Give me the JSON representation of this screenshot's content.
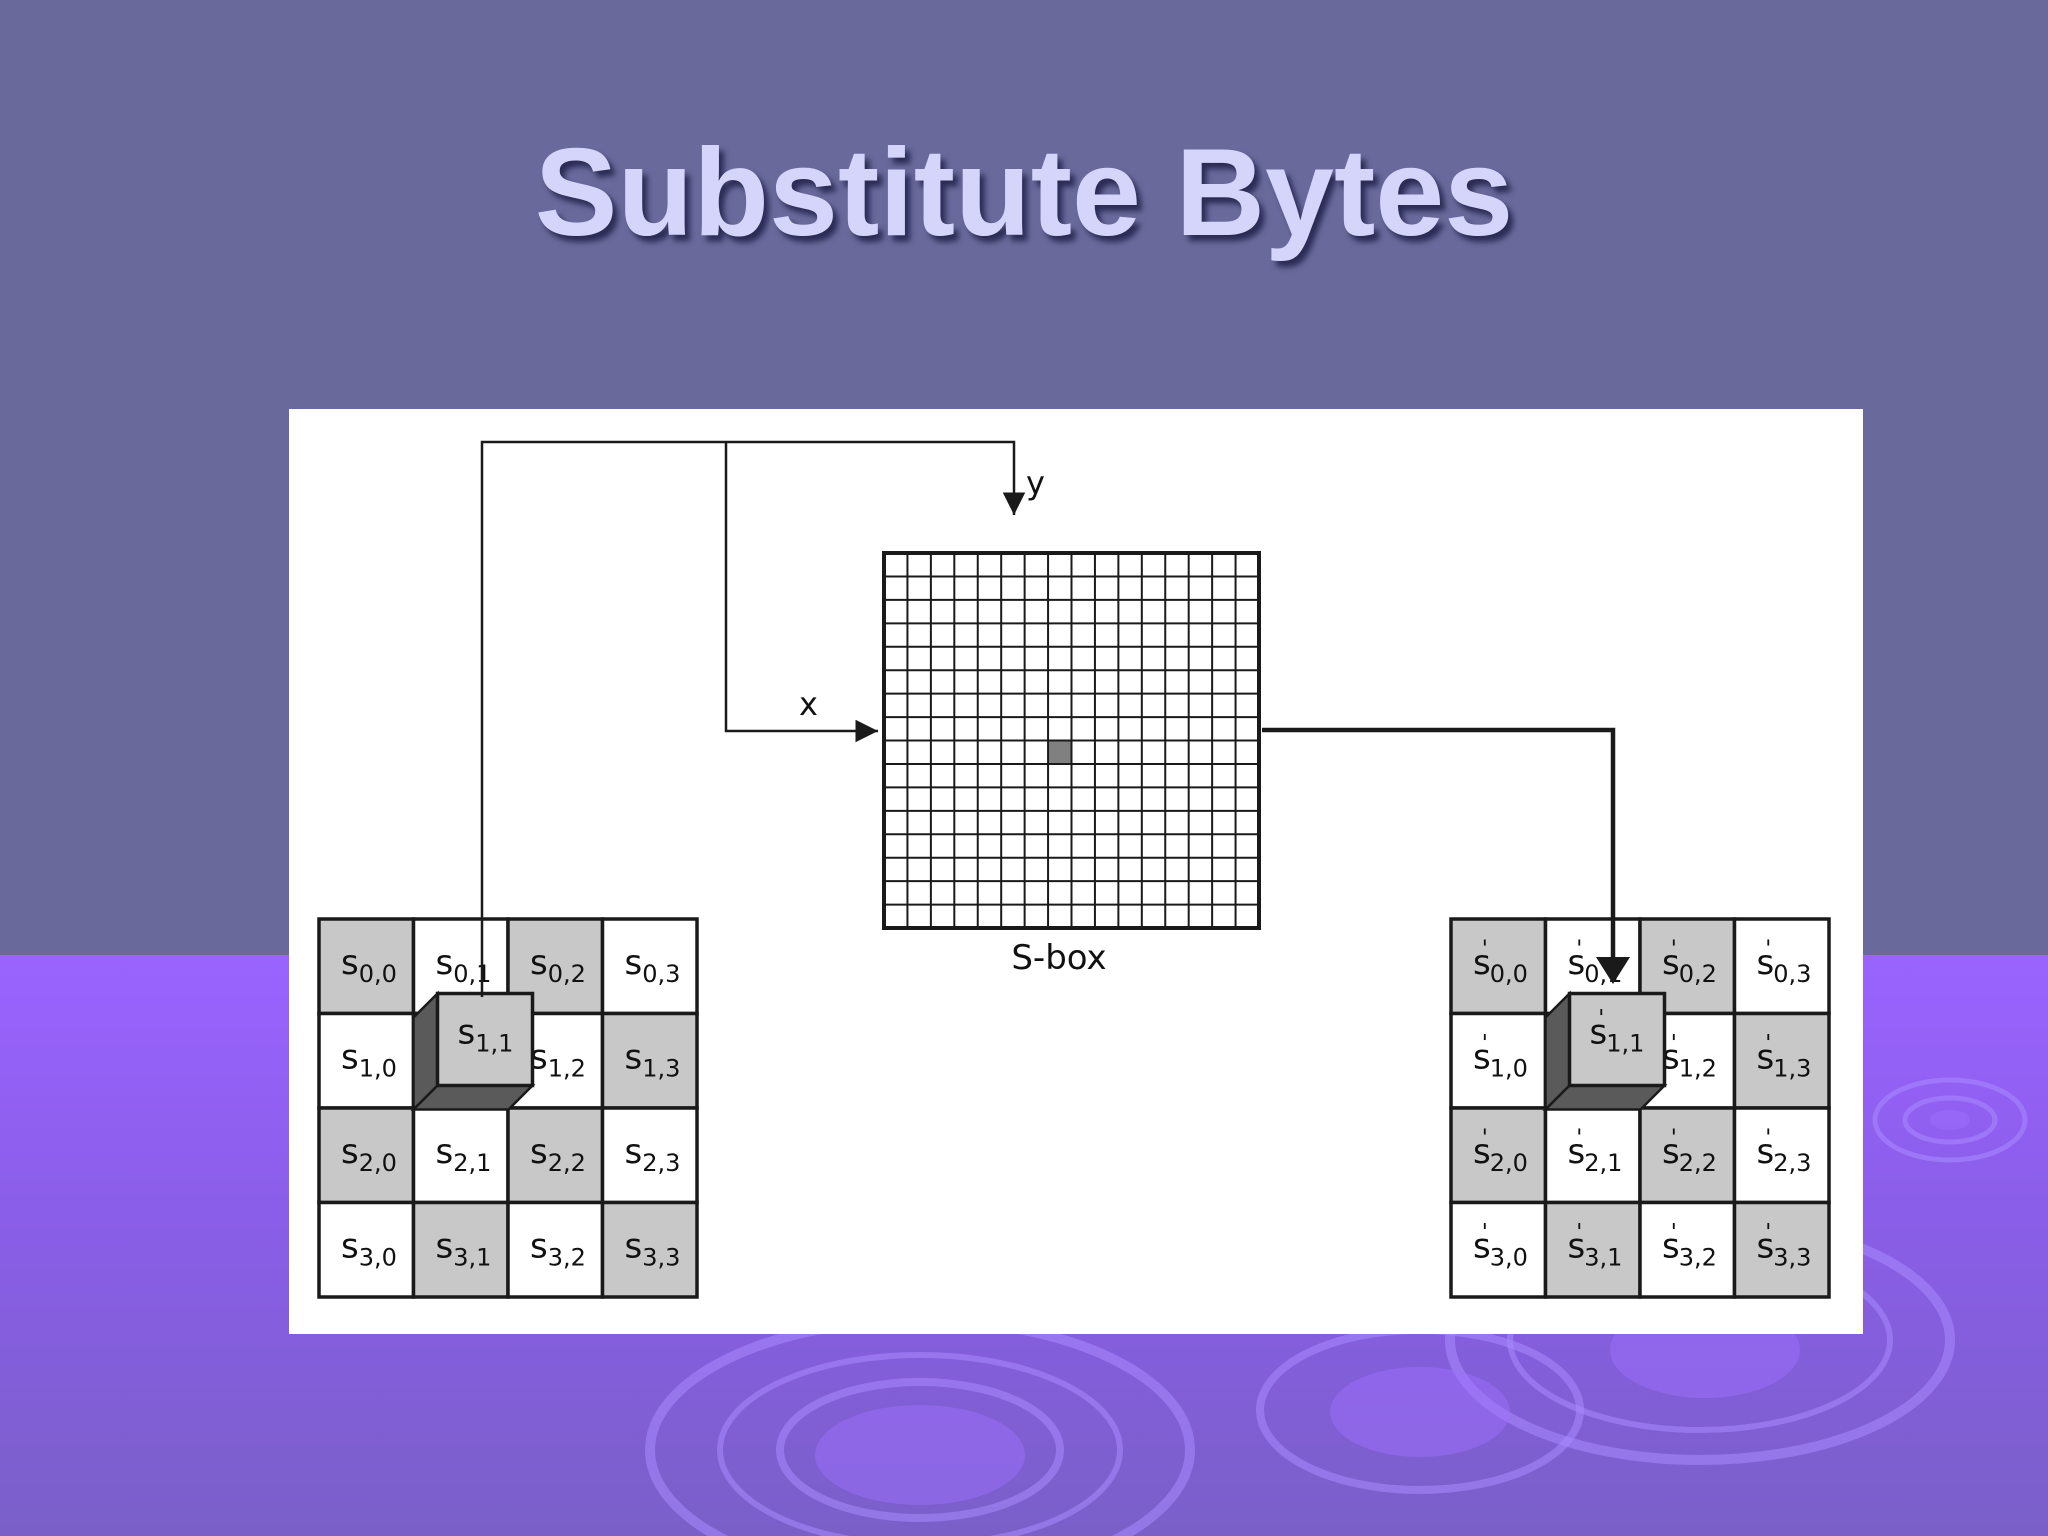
{
  "title": "Substitute Bytes",
  "diagram": {
    "label_x": "x",
    "label_y": "y",
    "sbox_label": "S-box",
    "sbox_grid_size": 16,
    "input_cells": [
      [
        "0,0",
        "0,1",
        "0,2",
        "0,3"
      ],
      [
        "1,0",
        "1,1",
        "1,2",
        "1,3"
      ],
      [
        "2,0",
        "2,1",
        "2,2",
        "2,3"
      ],
      [
        "3,0",
        "3,1",
        "3,2",
        "3,3"
      ]
    ],
    "output_cells": [
      [
        "0,0",
        "0,1",
        "0,2",
        "0,3"
      ],
      [
        "1,0",
        "1,1",
        "1,2",
        "1,3"
      ],
      [
        "2,0",
        "2,1",
        "2,2",
        "2,3"
      ],
      [
        "3,0",
        "3,1",
        "3,2",
        "3,3"
      ]
    ],
    "highlighted_cell": "1,1",
    "state_symbol": "s",
    "output_prime": "'",
    "colors": {
      "cell_gray": "#c8c8c8",
      "cell_white": "#ffffff",
      "sbox_highlight": "#808080",
      "line": "#1a1a1a"
    }
  }
}
